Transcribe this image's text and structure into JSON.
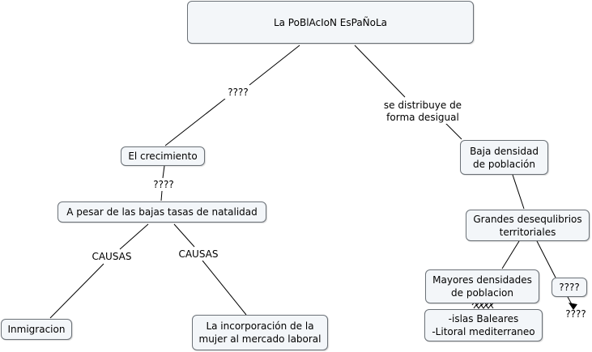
{
  "nodes": {
    "root": "La PoBlAcIoN EsPaÑoLa",
    "crecimiento": "El crecimiento",
    "pesar": "A  pesar de las bajas tasas de natalidad",
    "inmigracion": "Inmigracion",
    "incorporacion": "La incorporación de la\nmujer al mercado laboral",
    "baja": "Baja densidad\nde población",
    "grandes": "Grandes desequlibrios\nterritoriales",
    "mayores": "Mayores densidades\nde poblacion",
    "islas": "-islas Baleares\n-Litoral mediterraneo",
    "q_right": "????"
  },
  "labels": {
    "root_left": "????",
    "root_right": "se distribuye de\nforma desigual",
    "crec_pesar": "????",
    "causas_left": "CAUSAS",
    "causas_right": "CAUSAS",
    "q_right_out": "????"
  },
  "colors": {
    "node_fill": "#f3f6f9",
    "node_border": "#6b7177",
    "line": "#000000"
  }
}
